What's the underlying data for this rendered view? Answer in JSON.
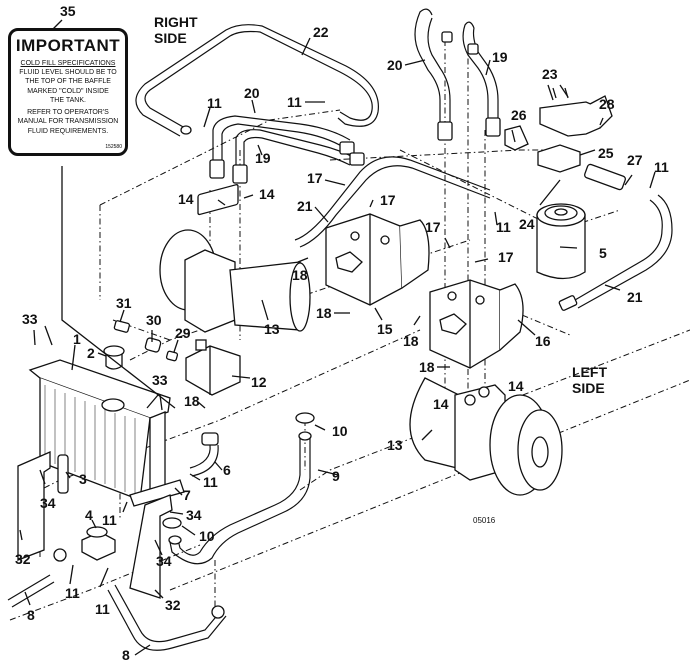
{
  "figure": {
    "figure_id": "05016",
    "side_labels": {
      "right": [
        "RIGHT",
        "SIDE"
      ],
      "left": [
        "LEFT",
        "SIDE"
      ]
    }
  },
  "decal": {
    "callout": "35",
    "title": "IMPORTANT",
    "subtitle": "COLD FILL SPECIFICATIONS",
    "lines": [
      "FLUID LEVEL SHOULD BE TO",
      "THE TOP OF THE BAFFLE",
      "MARKED \"COLD\" INSIDE",
      "THE TANK."
    ],
    "lines2": [
      "REFER TO OPERATOR'S",
      "MANUAL FOR TRANSMISSION",
      "FLUID REQUIREMENTS."
    ],
    "part_code": "152580"
  },
  "callouts": [
    {
      "id": "c35",
      "label": "35"
    },
    {
      "id": "c22",
      "label": "22"
    },
    {
      "id": "c11a",
      "label": "11"
    },
    {
      "id": "c11b",
      "label": "11"
    },
    {
      "id": "c20a",
      "label": "20"
    },
    {
      "id": "c19a",
      "label": "19"
    },
    {
      "id": "c20b",
      "label": "20"
    },
    {
      "id": "c19b",
      "label": "19"
    },
    {
      "id": "c23",
      "label": "23"
    },
    {
      "id": "c28",
      "label": "28"
    },
    {
      "id": "c26",
      "label": "26"
    },
    {
      "id": "c25",
      "label": "25"
    },
    {
      "id": "c27",
      "label": "27"
    },
    {
      "id": "c11c",
      "label": "11"
    },
    {
      "id": "c24",
      "label": "24"
    },
    {
      "id": "c11d",
      "label": "11"
    },
    {
      "id": "c5",
      "label": "5"
    },
    {
      "id": "c17a",
      "label": "17"
    },
    {
      "id": "c17b",
      "label": "17"
    },
    {
      "id": "c17c",
      "label": "17"
    },
    {
      "id": "c17d",
      "label": "17"
    },
    {
      "id": "c14a",
      "label": "14"
    },
    {
      "id": "c14b",
      "label": "14"
    },
    {
      "id": "c21a",
      "label": "21"
    },
    {
      "id": "c21b",
      "label": "21"
    },
    {
      "id": "c18a",
      "label": "18"
    },
    {
      "id": "c18b",
      "label": "18"
    },
    {
      "id": "c18c",
      "label": "18"
    },
    {
      "id": "c18d",
      "label": "18"
    },
    {
      "id": "c18e",
      "label": "18"
    },
    {
      "id": "c15",
      "label": "15"
    },
    {
      "id": "c16",
      "label": "16"
    },
    {
      "id": "c13a",
      "label": "13"
    },
    {
      "id": "c13b",
      "label": "13"
    },
    {
      "id": "c31",
      "label": "31"
    },
    {
      "id": "c30",
      "label": "30"
    },
    {
      "id": "c29",
      "label": "29"
    },
    {
      "id": "c12",
      "label": "12"
    },
    {
      "id": "c33a",
      "label": "33"
    },
    {
      "id": "c33b",
      "label": "33"
    },
    {
      "id": "c1",
      "label": "1"
    },
    {
      "id": "c2",
      "label": "2"
    },
    {
      "id": "c14c",
      "label": "14"
    },
    {
      "id": "c14d",
      "label": "14"
    },
    {
      "id": "c10a",
      "label": "10"
    },
    {
      "id": "c9",
      "label": "9"
    },
    {
      "id": "c6",
      "label": "6"
    },
    {
      "id": "c11e",
      "label": "11"
    },
    {
      "id": "c7",
      "label": "7"
    },
    {
      "id": "c3",
      "label": "3"
    },
    {
      "id": "c34a",
      "label": "34"
    },
    {
      "id": "c34b",
      "label": "34"
    },
    {
      "id": "c34c",
      "label": "34"
    },
    {
      "id": "c10b",
      "label": "10"
    },
    {
      "id": "c4",
      "label": "4"
    },
    {
      "id": "c11f",
      "label": "11"
    },
    {
      "id": "c11g",
      "label": "11"
    },
    {
      "id": "c11h",
      "label": "11"
    },
    {
      "id": "c32a",
      "label": "32"
    },
    {
      "id": "c32b",
      "label": "32"
    },
    {
      "id": "c8a",
      "label": "8"
    },
    {
      "id": "c8b",
      "label": "8"
    }
  ]
}
